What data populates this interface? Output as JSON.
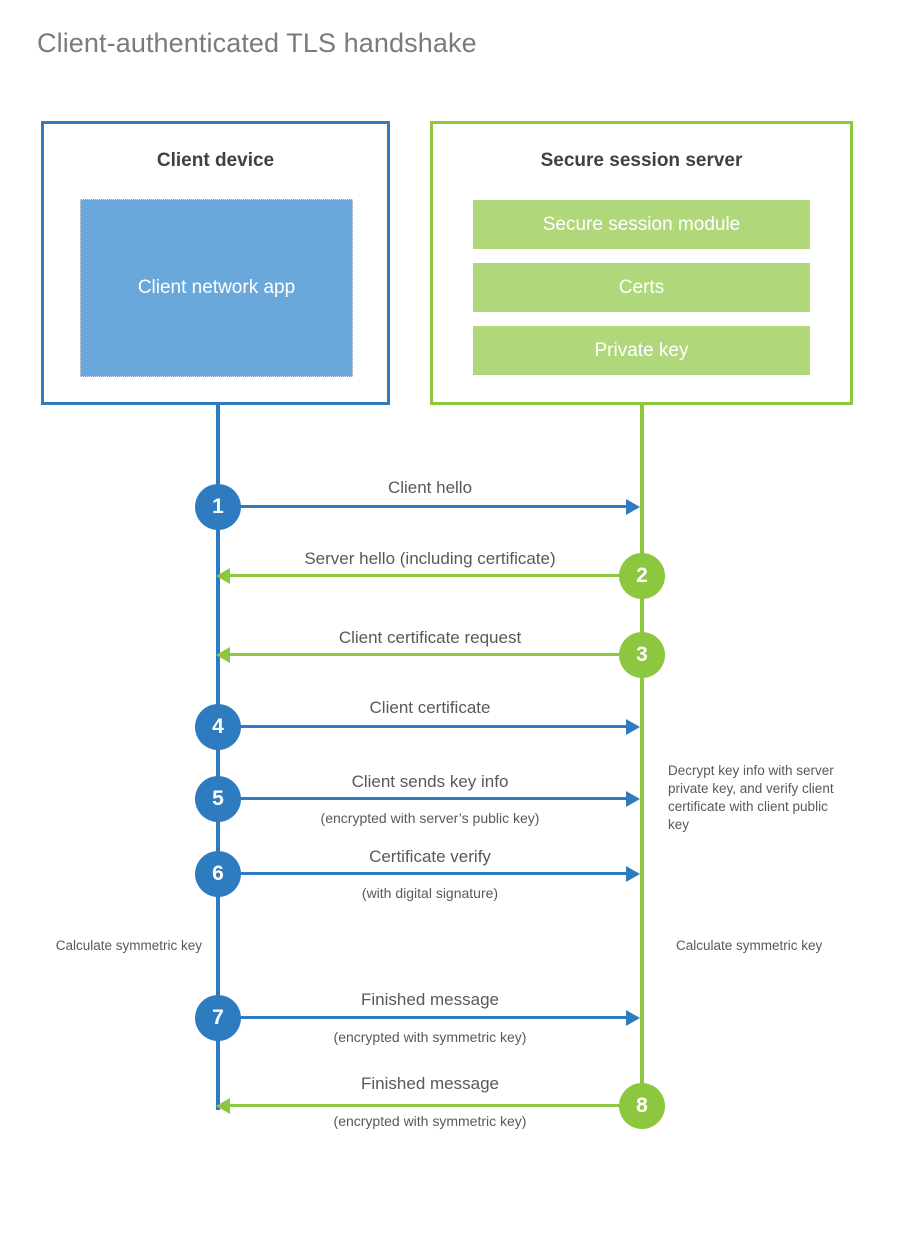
{
  "title": "Client-authenticated TLS handshake",
  "colors": {
    "client_blue": "#2e7cbf",
    "client_app_fill": "#6aa7da",
    "server_green": "#8dc63f",
    "server_module_fill": "#b0d87b",
    "text_gray": "#58595b",
    "title_gray": "#7a7b7d",
    "heading_dark": "#414042"
  },
  "actors": {
    "client": {
      "title": "Client device",
      "inner_block": "Client network app"
    },
    "server": {
      "title": "Secure session server",
      "modules": [
        "Secure session module",
        "Certs",
        "Private key"
      ]
    }
  },
  "steps": [
    {
      "number": "1",
      "label": "Client hello",
      "sublabel": "",
      "direction": "client-to-server",
      "color": "blue"
    },
    {
      "number": "2",
      "label": "Server hello (including certificate)",
      "sublabel": "",
      "direction": "server-to-client",
      "color": "green"
    },
    {
      "number": "3",
      "label": "Client certificate request",
      "sublabel": "",
      "direction": "server-to-client",
      "color": "green"
    },
    {
      "number": "4",
      "label": "Client certificate",
      "sublabel": "",
      "direction": "client-to-server",
      "color": "blue"
    },
    {
      "number": "5",
      "label": "Client sends key info",
      "sublabel": "(encrypted with server’s public key)",
      "direction": "client-to-server",
      "color": "blue"
    },
    {
      "number": "6",
      "label": "Certificate verify",
      "sublabel": "(with digital signature)",
      "direction": "client-to-server",
      "color": "blue"
    },
    {
      "number": "7",
      "label": "Finished message",
      "sublabel": "(encrypted with symmetric key)",
      "direction": "client-to-server",
      "color": "blue"
    },
    {
      "number": "8",
      "label": "Finished message",
      "sublabel": "(encrypted with symmetric key)",
      "direction": "server-to-client",
      "color": "green"
    }
  ],
  "annotations": {
    "server_decrypt_note": "Decrypt key info with server private key, and verify client certificate with client public key",
    "client_calculate_note": "Calculate symmetric key",
    "server_calculate_note": "Calculate symmetric key"
  }
}
